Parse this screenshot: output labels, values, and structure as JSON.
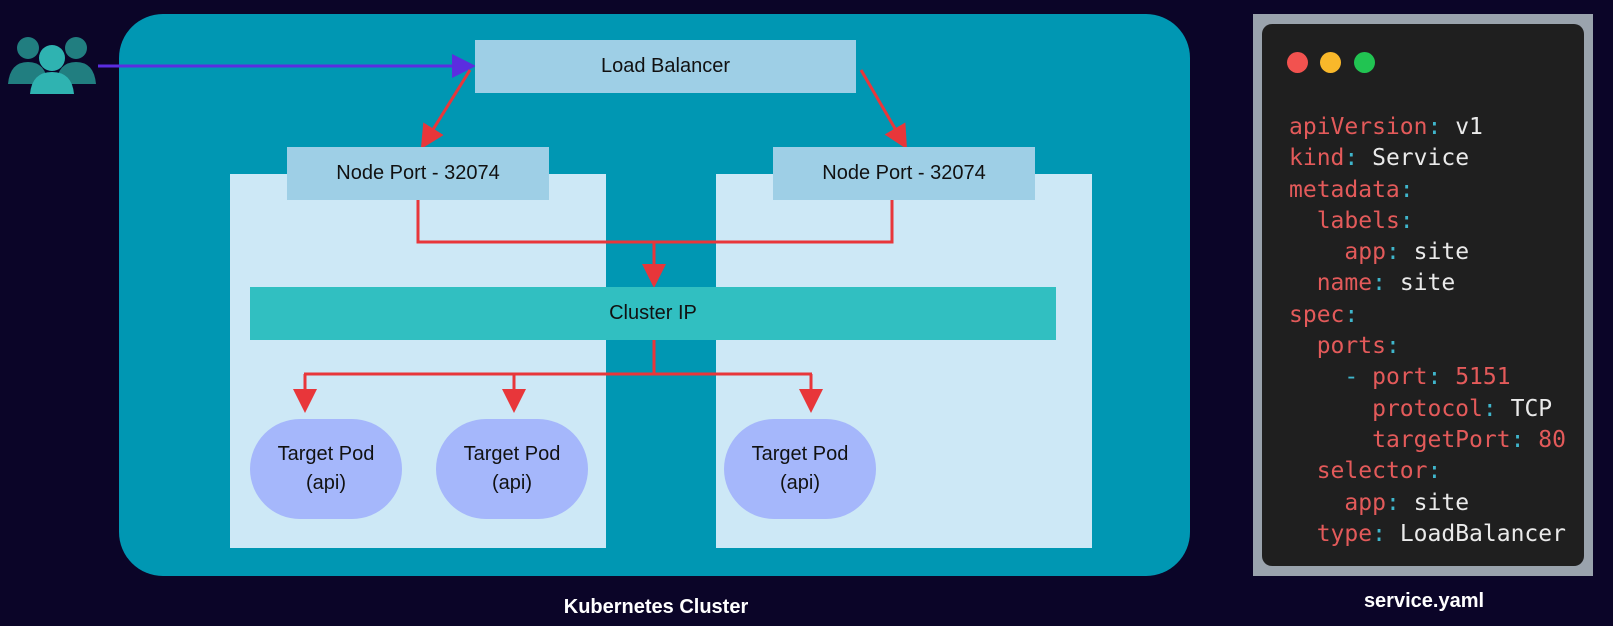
{
  "diagram": {
    "load_balancer": "Load Balancer",
    "node_ports": [
      "Node Port - 32074",
      "Node Port - 32074"
    ],
    "cluster_ip": "Cluster IP",
    "pods": [
      {
        "name": "Target Pod",
        "label": "(api)"
      },
      {
        "name": "Target Pod",
        "label": "(api)"
      },
      {
        "name": "Target Pod",
        "label": "(api)"
      }
    ],
    "cluster_caption": "Kubernetes Cluster",
    "colors": {
      "background": "#0b0528",
      "cluster": "#0097b3",
      "arrow": "#e8363a",
      "ingress": "#5b2de0",
      "users": "#2fb3b1"
    }
  },
  "yaml": {
    "filename": "service.yaml",
    "lines": [
      {
        "key": "apiVersion",
        "value": "v1"
      },
      {
        "key": "kind",
        "value": "Service"
      },
      {
        "key": "metadata",
        "value": ""
      },
      {
        "key": "labels",
        "value": "",
        "indent": 2
      },
      {
        "key": "app",
        "value": "site",
        "indent": 4
      },
      {
        "key": "name",
        "value": "site",
        "indent": 2
      },
      {
        "key": "spec",
        "value": ""
      },
      {
        "key": "ports",
        "value": "",
        "indent": 2
      },
      {
        "key": "port",
        "value": "5151",
        "indent": 4,
        "dash": true,
        "numeric": true
      },
      {
        "key": "protocol",
        "value": "TCP",
        "indent": 6
      },
      {
        "key": "targetPort",
        "value": "80",
        "indent": 6,
        "numeric": true
      },
      {
        "key": "selector",
        "value": "",
        "indent": 2
      },
      {
        "key": "app",
        "value": "site",
        "indent": 4
      },
      {
        "key": "type",
        "value": "LoadBalancer",
        "indent": 2
      }
    ]
  }
}
